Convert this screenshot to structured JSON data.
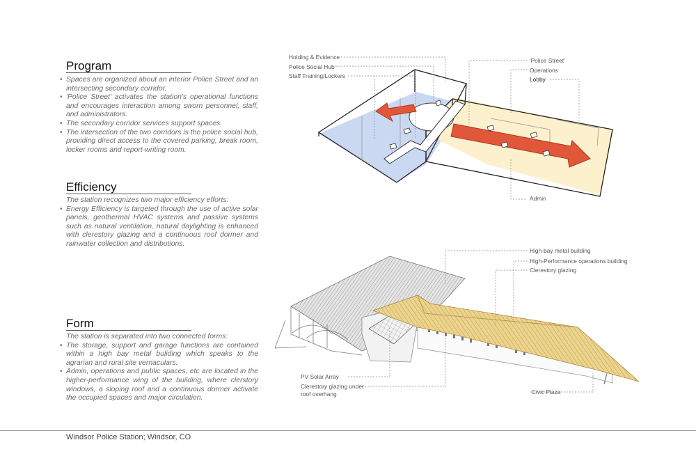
{
  "program": {
    "title": "Program",
    "bullets": [
      {
        "bullet": true,
        "text": "Spaces are organized about an interior Police Street and an intersecting secondary corridor."
      },
      {
        "bullet": true,
        "text": "'Police Street' activates the station's operational functions and encourages interaction among sworn personnel, staff, and administrators."
      },
      {
        "bullet": true,
        "text": "The secondary corridor services support spaces."
      },
      {
        "bullet": true,
        "text": "The intersection of the two corridors is the police social hub, providing direct access to the covered parking, break room, locker rooms and report-writing room."
      }
    ]
  },
  "efficiency": {
    "title": "Efficiency",
    "bullets": [
      {
        "bullet": false,
        "text": "The station recognizes two major efficiency efforts:"
      },
      {
        "bullet": true,
        "text": "Energy Efficiency is targeted through the use of active solar panels, geothermal HVAC systems and passive systems such as natural ventilation, natural daylighting is enhanced with clerestory glazing and a continuous roof dormer and rainwater collection and distributions."
      }
    ]
  },
  "form": {
    "title": "Form",
    "bullets": [
      {
        "bullet": false,
        "text": "The station is separated into two connected forms:"
      },
      {
        "bullet": true,
        "text": "The storage, support and garage functions are contained within a high bay metal buliding which speaks to the agrarian and rural site vernaculars."
      },
      {
        "bullet": true,
        "text": "Admin, operations and public spaces, etc are located in the higher-performance wing of the building, where clerstory windows, a sloping roof and a continuous dormer activate the occupied spaces and major circulation."
      }
    ]
  },
  "diagram_labels": {
    "holding": "Holding & Evidence",
    "social_hub": "Police Social Hub",
    "staff": "Staff Training/Lockers",
    "police_street": "'Police Street'",
    "operations": "Operations",
    "lobby": "Lobby",
    "admin": "Admin",
    "high_bay": "High-bay metal building",
    "high_perf": "High-Performance operations building",
    "clerestory": "Clerestory glazing",
    "pv": "PV Solar Array",
    "clerestory_under_1": "Clerestory glazing under",
    "clerestory_under_2": "roof overhang",
    "civic_plaza": "Civic Plaza"
  },
  "footer": "Windsor Police Station; Windsor, CO",
  "colors": {
    "arrow": "#e0573a",
    "blue_zone": "#c9d8f0",
    "yellow_zone": "#fbefc8",
    "roof": "#e8cf86",
    "metal_roof": "#d8d8d8"
  }
}
